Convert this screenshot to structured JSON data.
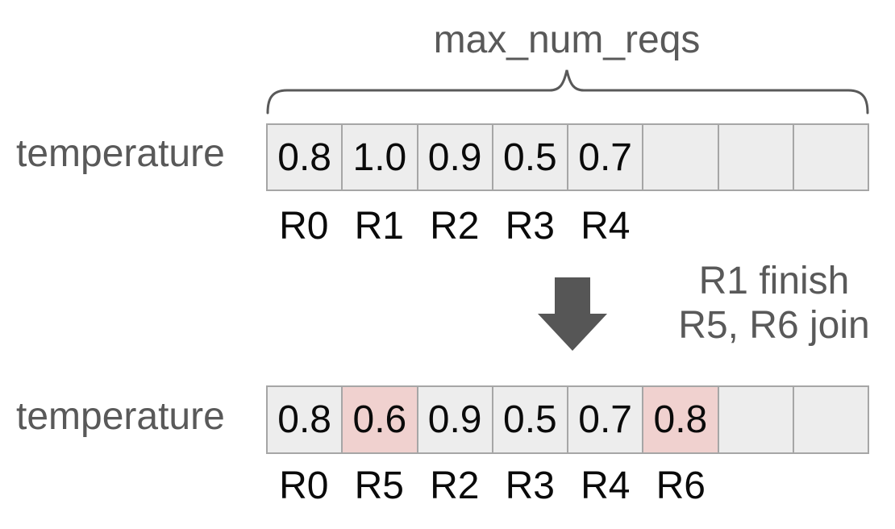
{
  "title": "max_num_reqs",
  "row_label": "temperature",
  "transition": {
    "line1": "R1 finish",
    "line2": "R5, R6 join"
  },
  "array_before": {
    "cells": [
      {
        "value": "0.8",
        "highlight": false
      },
      {
        "value": "1.0",
        "highlight": false
      },
      {
        "value": "0.9",
        "highlight": false
      },
      {
        "value": "0.5",
        "highlight": false
      },
      {
        "value": "0.7",
        "highlight": false
      },
      {
        "value": "",
        "highlight": false
      },
      {
        "value": "",
        "highlight": false
      },
      {
        "value": "",
        "highlight": false
      }
    ],
    "labels": [
      "R0",
      "R1",
      "R2",
      "R3",
      "R4",
      "",
      "",
      ""
    ]
  },
  "array_after": {
    "cells": [
      {
        "value": "0.8",
        "highlight": false
      },
      {
        "value": "0.6",
        "highlight": true
      },
      {
        "value": "0.9",
        "highlight": false
      },
      {
        "value": "0.5",
        "highlight": false
      },
      {
        "value": "0.7",
        "highlight": false
      },
      {
        "value": "0.8",
        "highlight": true
      },
      {
        "value": "",
        "highlight": false
      },
      {
        "value": "",
        "highlight": false
      }
    ],
    "labels": [
      "R0",
      "R5",
      "R2",
      "R3",
      "R4",
      "R6",
      "",
      ""
    ]
  },
  "icons": {
    "brace": "curly-brace",
    "arrow": "down-arrow"
  },
  "colors": {
    "cell_bg": "#ededed",
    "cell_highlight": "#f0d1cf",
    "cell_border": "#a6a6a6",
    "gray_text": "#595959",
    "value_text": "#0a0a0a",
    "arrow": "#565656"
  }
}
